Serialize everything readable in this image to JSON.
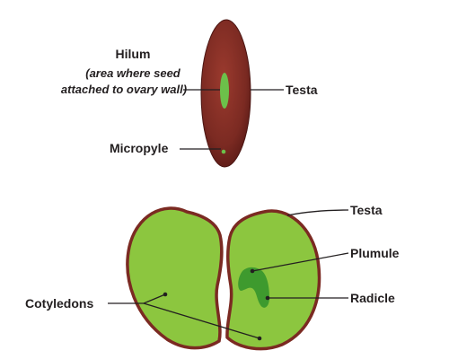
{
  "labels": {
    "hilum": "Hilum",
    "hilum_note_1": "(area where seed",
    "hilum_note_2": "attached to ovary wall)",
    "testa_top": "Testa",
    "micropyle": "Micropyle",
    "testa_bottom": "Testa",
    "plumule": "Plumule",
    "radicle": "Radicle",
    "cotyledons": "Cotyledons"
  },
  "colors": {
    "seed_coat": "#7b2a22",
    "seed_coat_dark": "#5a1a16",
    "cotyledon_fill": "#8cc63f",
    "cotyledon_dot": "#3f7a1a",
    "embryo": "#3e9a2e",
    "hilum_green": "#6cc04a"
  }
}
